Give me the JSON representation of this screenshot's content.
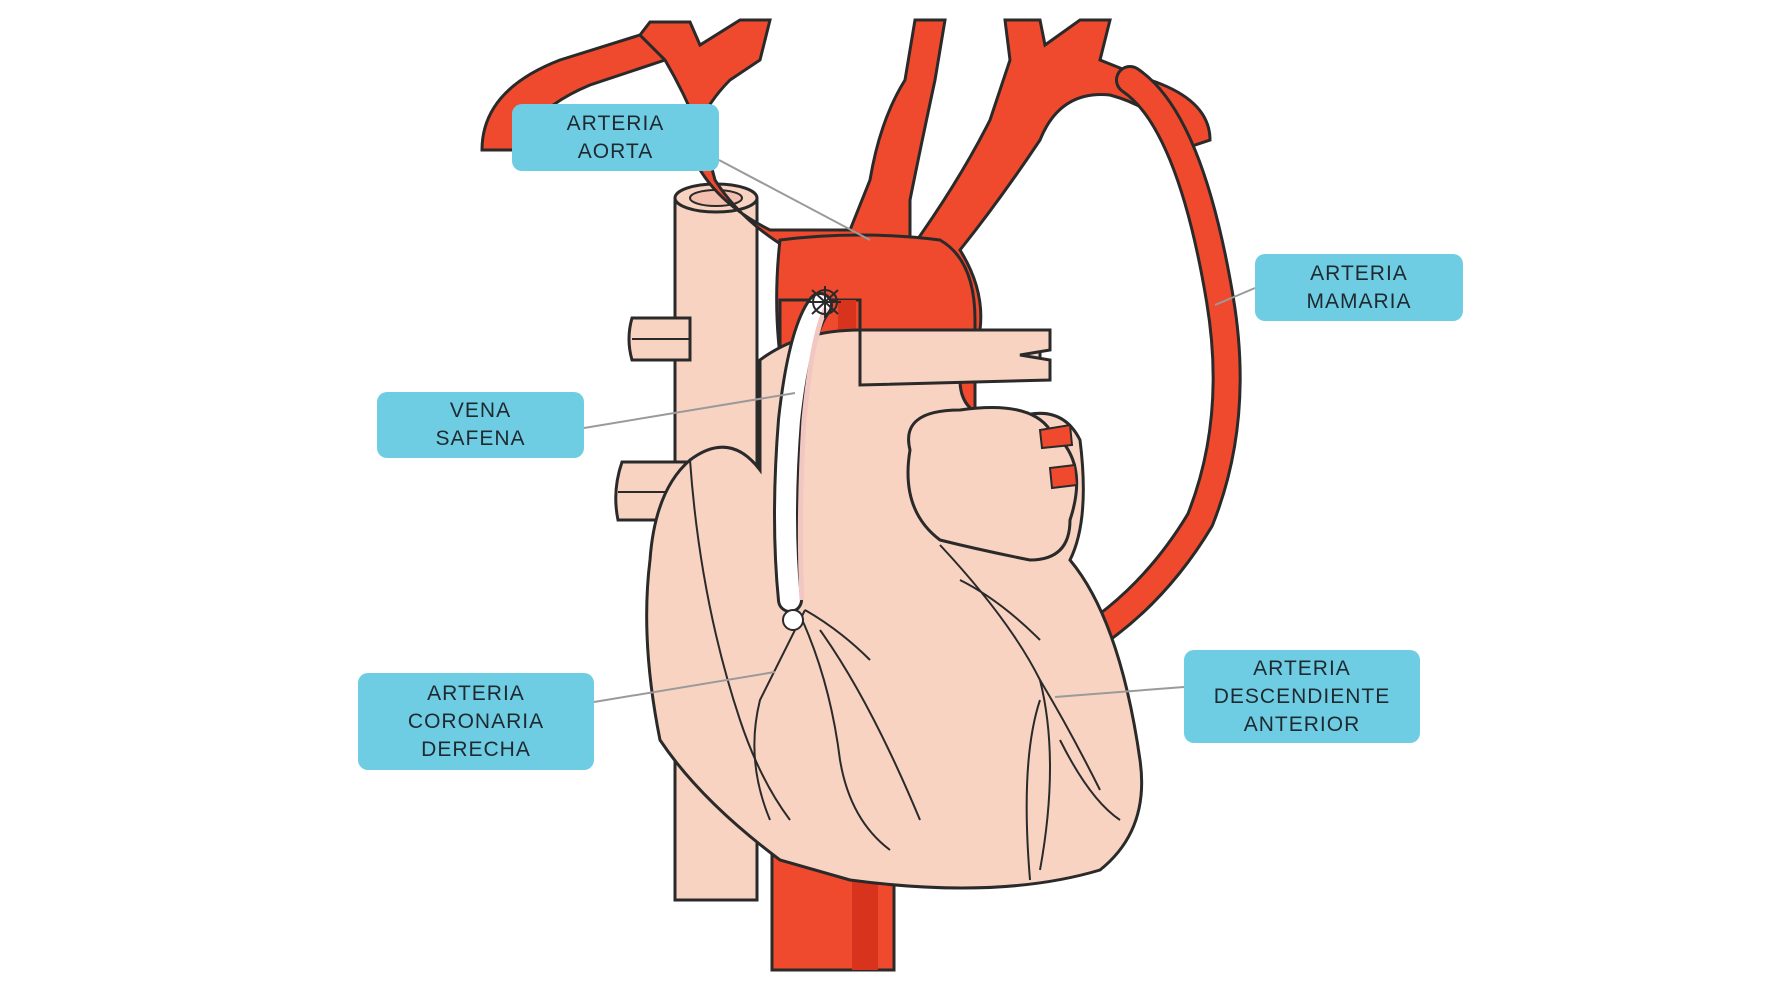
{
  "labels": {
    "aorta": {
      "line1": "ARTERIA",
      "line2": "AORTA"
    },
    "mamaria": {
      "line1": "ARTERIA",
      "line2": "MAMARIA"
    },
    "safena": {
      "line1": "VENA",
      "line2": "SAFENA"
    },
    "coronaria": {
      "line1": "ARTERIA",
      "line2": "CORONARIA",
      "line3": "DERECHA"
    },
    "descendiente": {
      "line1": "ARTERIA",
      "line2": "DESCENDIENTE",
      "line3": "ANTERIOR"
    }
  },
  "colors": {
    "artery": "#f04a2e",
    "artery_dark": "#d8331c",
    "heart": "#f8d3c2",
    "outline": "#2a2a2a",
    "label_bg": "#6fcde3",
    "leader_line": "#9a9a9a"
  }
}
